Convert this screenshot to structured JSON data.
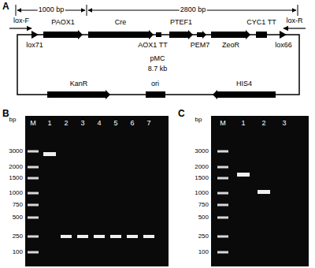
{
  "diagram": {
    "labels": [
      "A",
      "1000 bp",
      "2800 bp",
      "lox-F",
      "PAOX1",
      "Cre",
      "PTEF1",
      "CYC1 TT",
      "lox-R",
      "lox71",
      "AOX1 TT",
      "PEM7",
      "ZeoR",
      "lox66",
      "pMC",
      "8.7 kb",
      "KanR",
      "ori",
      "HIS4",
      "B",
      "bp",
      "3000",
      "2000",
      "1500",
      "1000",
      "750",
      "500",
      "250",
      "100",
      "M",
      "1",
      "2",
      "3",
      "4",
      "5",
      "6",
      "7",
      "C",
      "bp",
      "3000",
      "2000",
      "1500",
      "1000",
      "750",
      "500",
      "250",
      "100",
      "M",
      "1",
      "2",
      "3"
    ]
  }
}
